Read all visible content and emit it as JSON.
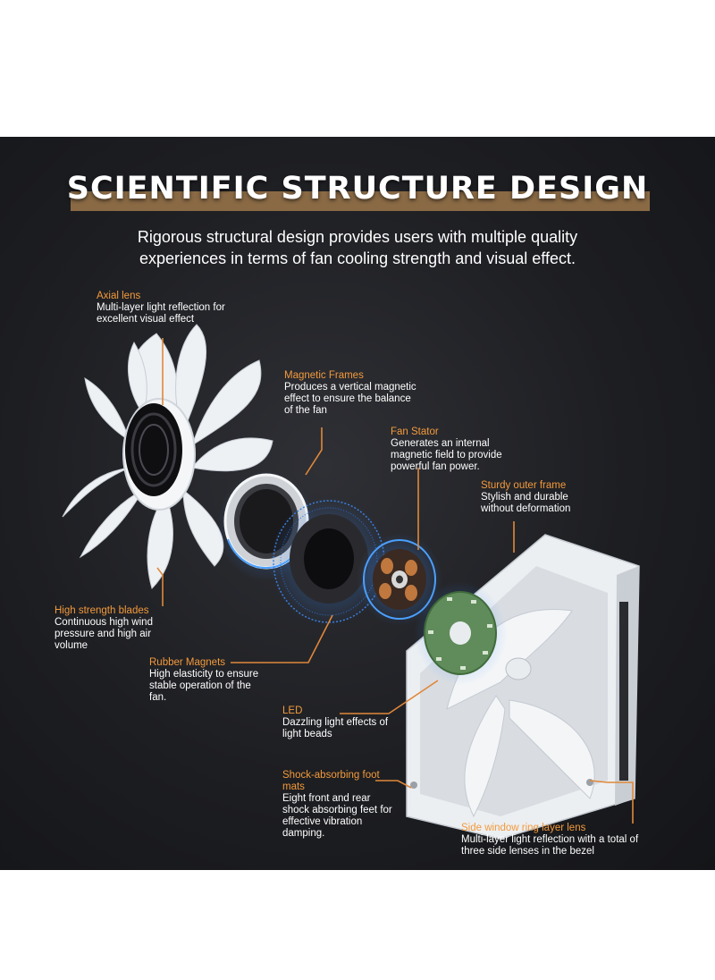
{
  "title": "SCIENTIFIC STRUCTURE DESIGN",
  "subtitle": "Rigorous structural design provides users with multiple quality experiences in terms of fan cooling strength and visual effect.",
  "colors": {
    "panel_background": "#1d1e22",
    "title_band": "#8a6a45",
    "callout_title": "#f39a3c",
    "callout_text": "#ffffff",
    "leader_line": "#e0883a",
    "glow": "#3a8cff"
  },
  "callouts": [
    {
      "key": "axial_lens",
      "title": "Axial lens",
      "description": "Multi-layer light reflection for excellent visual effect"
    },
    {
      "key": "magnetic_frames",
      "title": "Magnetic Frames",
      "description": "Produces a vertical magnetic effect to ensure the balance of the fan"
    },
    {
      "key": "fan_stator",
      "title": "Fan Stator",
      "description": "Generates an internal magnetic field to provide powerful fan power."
    },
    {
      "key": "sturdy_outer_frame",
      "title": "Sturdy outer frame",
      "description": "Stylish and durable without deformation"
    },
    {
      "key": "high_strength_blades",
      "title": "High strength blades",
      "description": "Continuous high wind pressure and high air volume"
    },
    {
      "key": "rubber_magnets",
      "title": "Rubber Magnets",
      "description": "High elasticity to ensure stable operation of the fan."
    },
    {
      "key": "led",
      "title": "LED",
      "description": "Dazzling light effects of light beads"
    },
    {
      "key": "shock_absorbing_foot_mats",
      "title": "Shock-absorbing foot mats",
      "description": "Eight front and rear shock absorbing feet for effective vibration damping."
    },
    {
      "key": "side_window_ring_layer_lens",
      "title": "Side window ring layer lens",
      "description": "Multi-layer light reflection with a total of three side lenses in the bezel"
    }
  ],
  "illustration": {
    "components": [
      "fan-blade-assembly-icon",
      "magnetic-frame-ring-icon",
      "rubber-magnet-ring-icon",
      "fan-stator-icon",
      "led-board-icon",
      "fan-frame-icon"
    ]
  }
}
